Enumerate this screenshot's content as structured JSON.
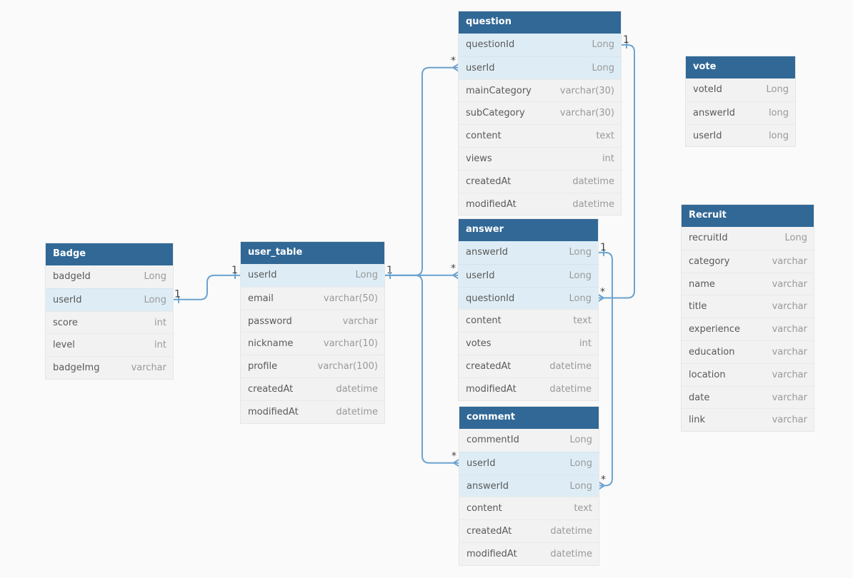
{
  "tables": [
    {
      "id": "question",
      "title": "question",
      "fields": [
        {
          "name": "questionId",
          "type": "Long",
          "key": true
        },
        {
          "name": "userId",
          "type": "Long",
          "key": true
        },
        {
          "name": "mainCategory",
          "type": "varchar(30)",
          "key": false
        },
        {
          "name": "subCategory",
          "type": "varchar(30)",
          "key": false
        },
        {
          "name": "content",
          "type": "text",
          "key": false
        },
        {
          "name": "views",
          "type": "int",
          "key": false
        },
        {
          "name": "createdAt",
          "type": "datetime",
          "key": false
        },
        {
          "name": "modifiedAt",
          "type": "datetime",
          "key": false
        }
      ]
    },
    {
      "id": "vote",
      "title": "vote",
      "fields": [
        {
          "name": "voteId",
          "type": "Long",
          "key": false
        },
        {
          "name": "answerId",
          "type": "long",
          "key": false
        },
        {
          "name": "userId",
          "type": "long",
          "key": false
        }
      ]
    },
    {
      "id": "badge",
      "title": "Badge",
      "fields": [
        {
          "name": "badgeId",
          "type": "Long",
          "key": false
        },
        {
          "name": "userId",
          "type": "Long",
          "key": true
        },
        {
          "name": "score",
          "type": "int",
          "key": false
        },
        {
          "name": "level",
          "type": "int",
          "key": false
        },
        {
          "name": "badgeImg",
          "type": "varchar",
          "key": false
        }
      ]
    },
    {
      "id": "user_table",
      "title": "user_table",
      "fields": [
        {
          "name": "userId",
          "type": "Long",
          "key": true
        },
        {
          "name": "email",
          "type": "varchar(50)",
          "key": false
        },
        {
          "name": "password",
          "type": "varchar",
          "key": false
        },
        {
          "name": "nickname",
          "type": "varchar(10)",
          "key": false
        },
        {
          "name": "profile",
          "type": "varchar(100)",
          "key": false
        },
        {
          "name": "createdAt",
          "type": "datetime",
          "key": false
        },
        {
          "name": "modifiedAt",
          "type": "datetime",
          "key": false
        }
      ]
    },
    {
      "id": "answer",
      "title": "answer",
      "fields": [
        {
          "name": "answerId",
          "type": "Long",
          "key": true
        },
        {
          "name": "userId",
          "type": "Long",
          "key": true
        },
        {
          "name": "questionId",
          "type": "Long",
          "key": true
        },
        {
          "name": "content",
          "type": "text",
          "key": false
        },
        {
          "name": "votes",
          "type": "int",
          "key": false
        },
        {
          "name": "createdAt",
          "type": "datetime",
          "key": false
        },
        {
          "name": "modifiedAt",
          "type": "datetime",
          "key": false
        }
      ]
    },
    {
      "id": "comment",
      "title": "comment",
      "fields": [
        {
          "name": "commentId",
          "type": "Long",
          "key": false
        },
        {
          "name": "userId",
          "type": "Long",
          "key": true
        },
        {
          "name": "answerId",
          "type": "Long",
          "key": true
        },
        {
          "name": "content",
          "type": "text",
          "key": false
        },
        {
          "name": "createdAt",
          "type": "datetime",
          "key": false
        },
        {
          "name": "modifiedAt",
          "type": "datetime",
          "key": false
        }
      ]
    },
    {
      "id": "recruit",
      "title": "Recruit",
      "fields": [
        {
          "name": "recruitId",
          "type": "Long",
          "key": false
        },
        {
          "name": "category",
          "type": "varchar",
          "key": false
        },
        {
          "name": "name",
          "type": "varchar",
          "key": false
        },
        {
          "name": "title",
          "type": "varchar",
          "key": false
        },
        {
          "name": "experience",
          "type": "varchar",
          "key": false
        },
        {
          "name": "education",
          "type": "varchar",
          "key": false
        },
        {
          "name": "location",
          "type": "varchar",
          "key": false
        },
        {
          "name": "date",
          "type": "varchar",
          "key": false
        },
        {
          "name": "link",
          "type": "varchar",
          "key": false
        }
      ]
    }
  ],
  "relations": [
    {
      "from_table": "user_table",
      "from_field": "userId",
      "from_card": "1",
      "to_table": "badge",
      "to_field": "userId",
      "to_card": "1"
    },
    {
      "from_table": "user_table",
      "from_field": "userId",
      "from_card": "1",
      "to_table": "question",
      "to_field": "userId",
      "to_card": "*"
    },
    {
      "from_table": "user_table",
      "from_field": "userId",
      "from_card": "1",
      "to_table": "answer",
      "to_field": "userId",
      "to_card": "*"
    },
    {
      "from_table": "user_table",
      "from_field": "userId",
      "from_card": "1",
      "to_table": "comment",
      "to_field": "userId",
      "to_card": "*"
    },
    {
      "from_table": "question",
      "from_field": "questionId",
      "from_card": "1",
      "to_table": "answer",
      "to_field": "questionId",
      "to_card": "*"
    },
    {
      "from_table": "answer",
      "from_field": "answerId",
      "from_card": "1",
      "to_table": "comment",
      "to_field": "answerId",
      "to_card": "*"
    }
  ],
  "colors": {
    "header": "#316896",
    "key_row": "#deedf5",
    "body": "#f2f2f2",
    "link": "#6ba3cf"
  }
}
